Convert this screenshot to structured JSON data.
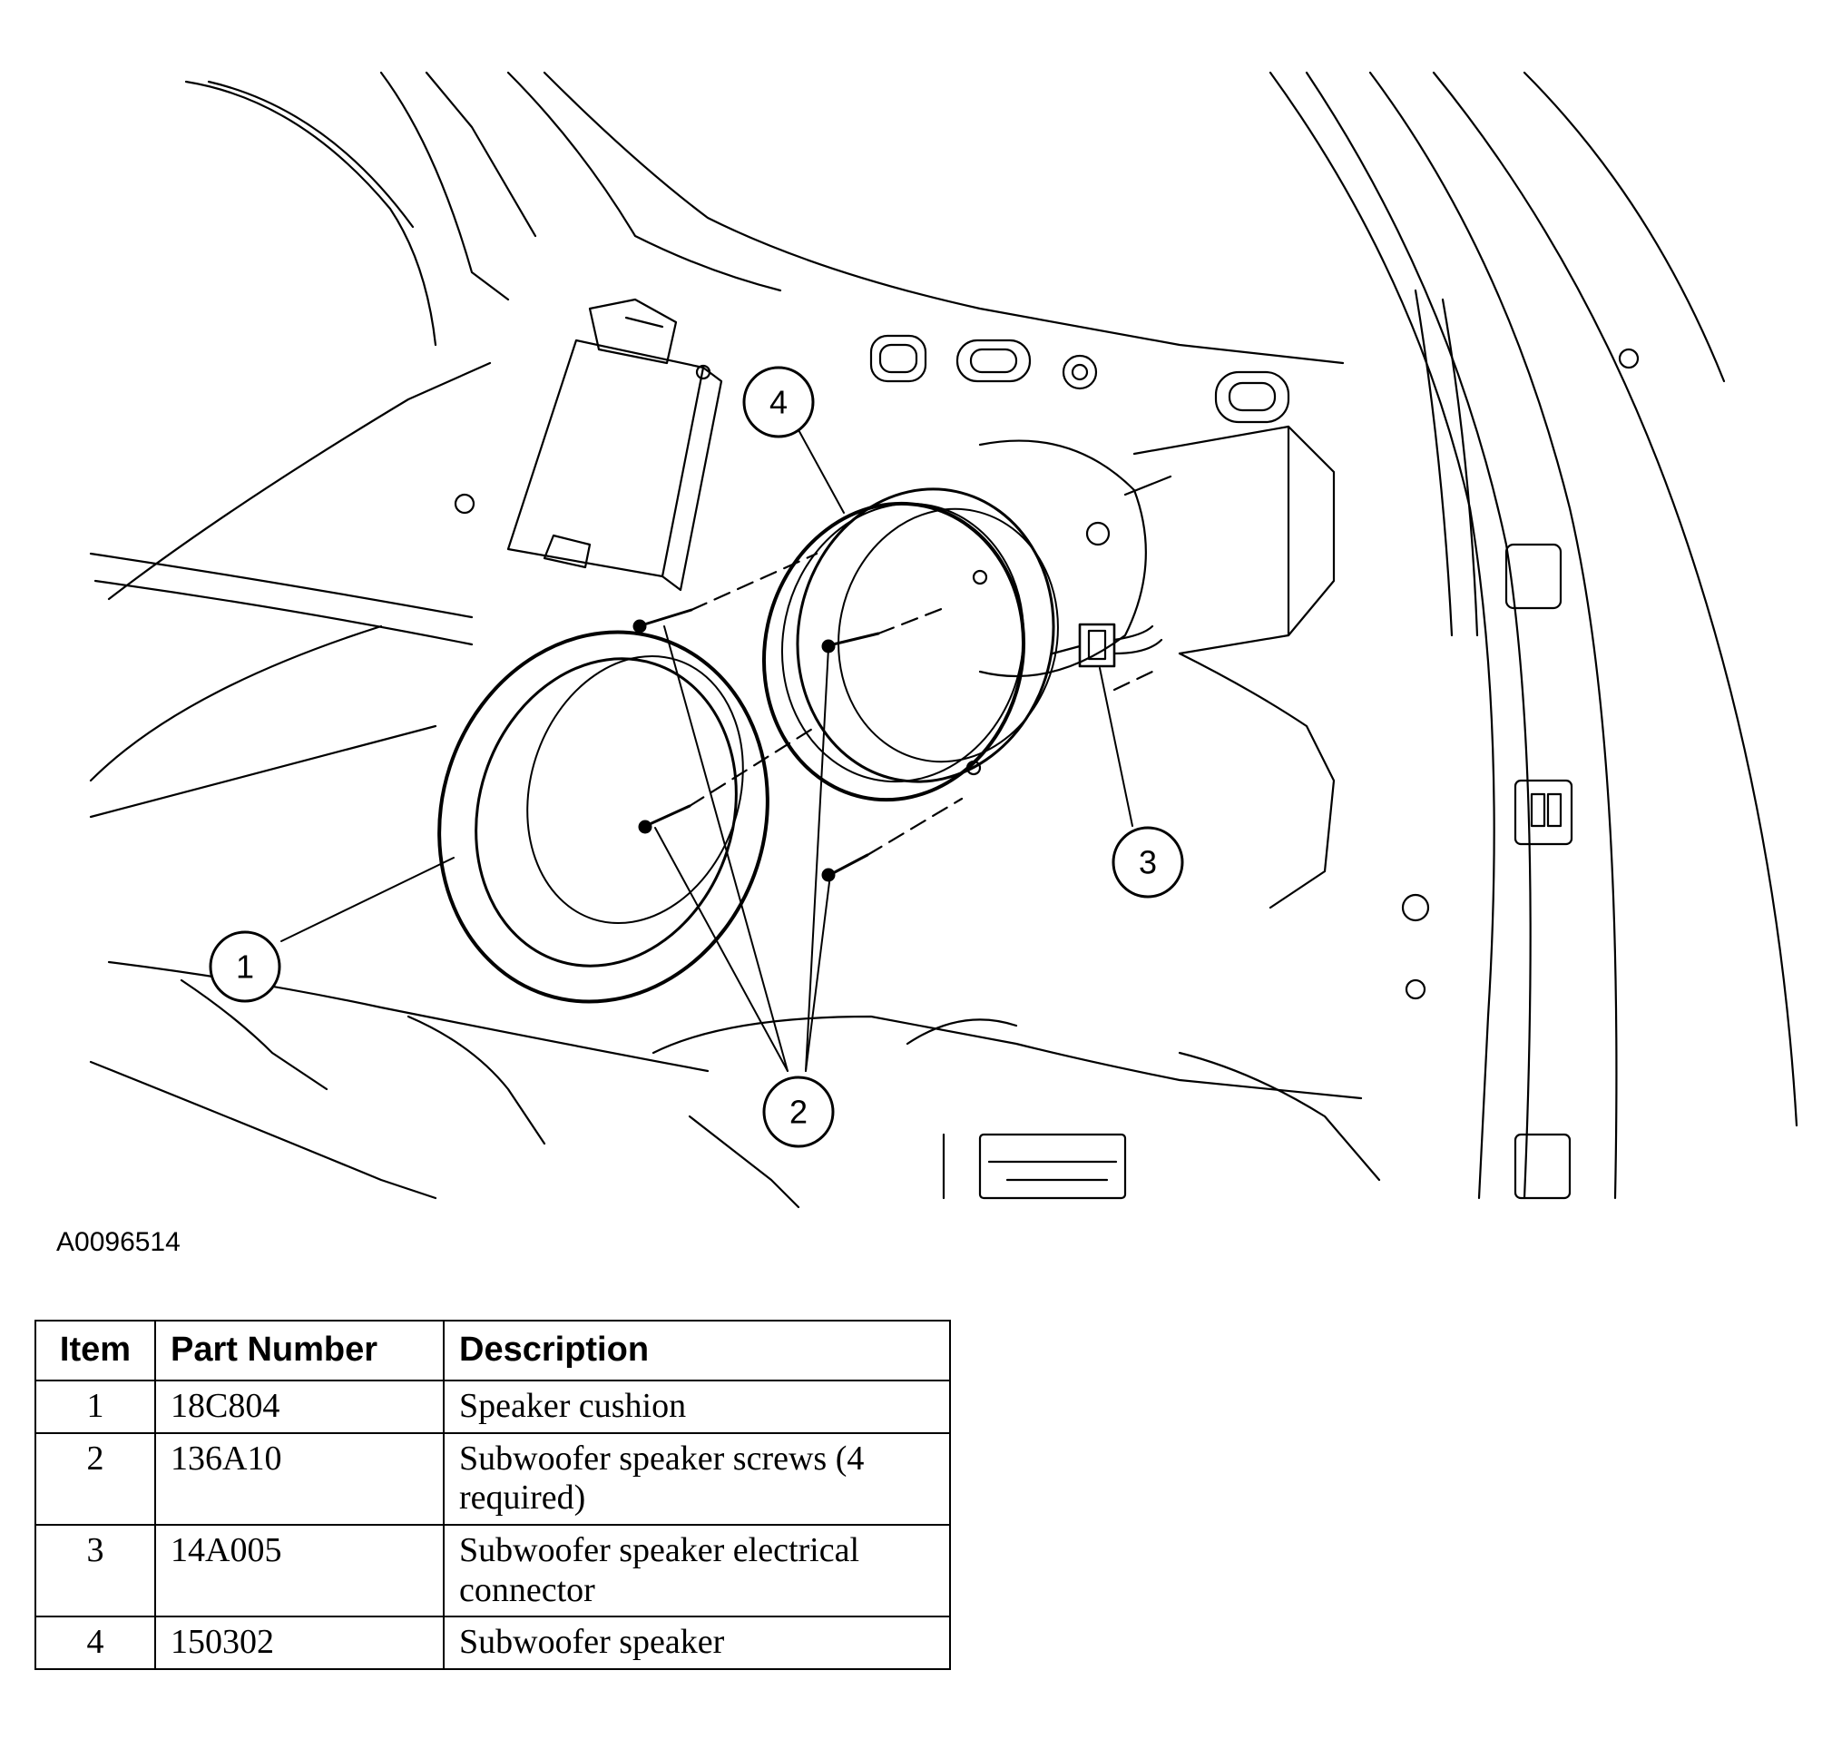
{
  "figure": {
    "id": "A0096514",
    "callouts": [
      "1",
      "2",
      "3",
      "4"
    ]
  },
  "table": {
    "headers": {
      "item": "Item",
      "part_number": "Part Number",
      "description": "Description"
    },
    "rows": [
      {
        "item": "1",
        "part_number": "18C804",
        "description": "Speaker cushion"
      },
      {
        "item": "2",
        "part_number": "136A10",
        "description": "Subwoofer speaker screws (4 required)"
      },
      {
        "item": "3",
        "part_number": "14A005",
        "description": "Subwoofer speaker electrical connector"
      },
      {
        "item": "4",
        "part_number": "150302",
        "description": "Subwoofer speaker"
      }
    ]
  }
}
